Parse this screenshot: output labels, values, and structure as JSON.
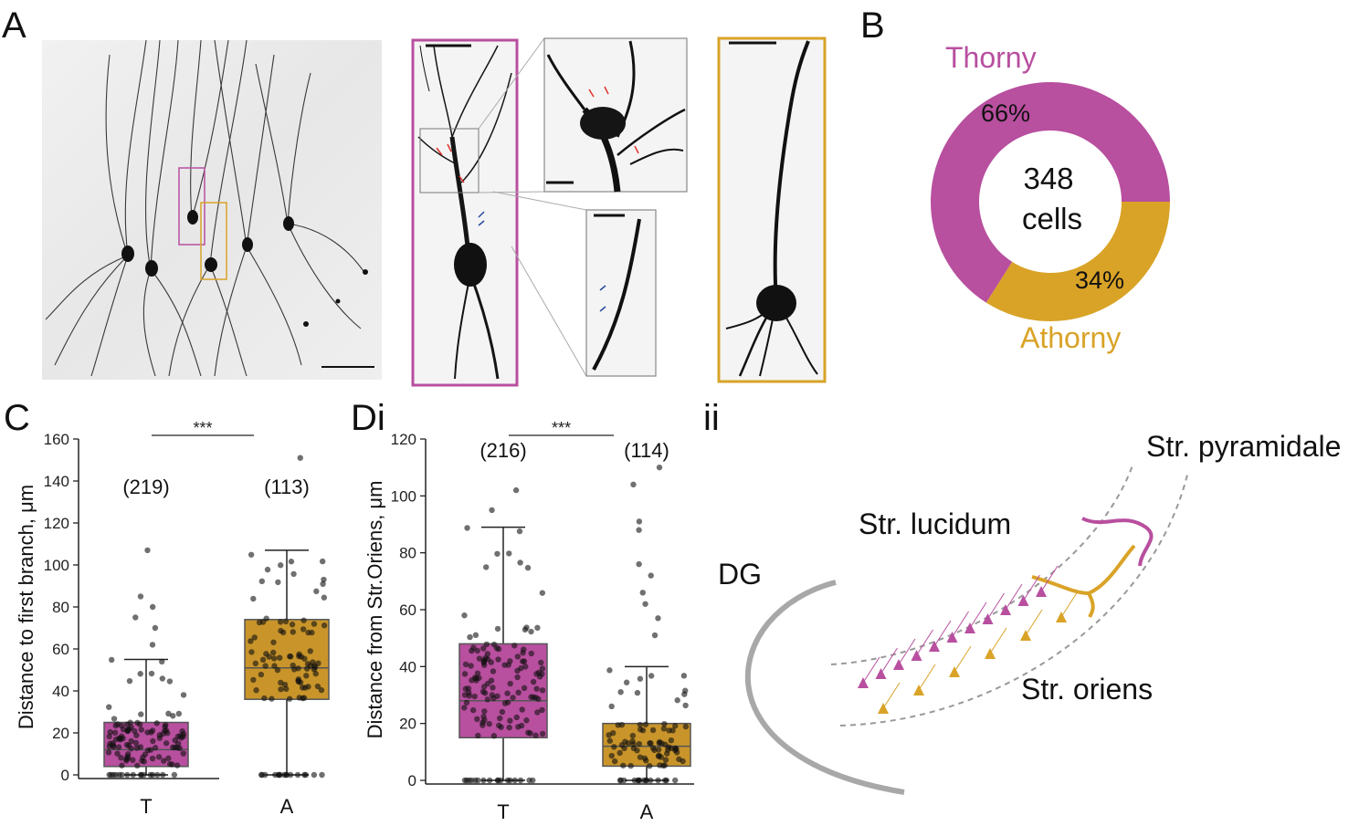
{
  "panels": {
    "A": "A",
    "B": "B",
    "C": "C",
    "Di": "Di",
    "ii": "ii"
  },
  "colors": {
    "thorny": "#b84f9f",
    "athorny": "#d9a327",
    "box_thorny": "#b84f9f",
    "box_athorny": "#c9952a"
  },
  "donut": {
    "center_line1": "348",
    "center_line2": "cells",
    "legend_top": "Thorny",
    "legend_bottom": "Athorny"
  },
  "chart_data": [
    {
      "type": "pie",
      "variant": "donut",
      "categories": [
        "Thorny",
        "Athorny"
      ],
      "values": [
        66,
        34
      ],
      "labels": [
        "66%",
        "34%"
      ],
      "total_cells": 348
    },
    {
      "type": "box",
      "panel": "C",
      "ylabel": "Distance to first branch, μm",
      "ylim": [
        0,
        160
      ],
      "yticks": [
        0,
        20,
        40,
        60,
        80,
        100,
        120,
        140,
        160
      ],
      "categories": [
        "T",
        "A"
      ],
      "n_labels": [
        "(219)",
        "(113)"
      ],
      "significance": "***",
      "boxes": [
        {
          "q1": 4,
          "median": 12,
          "q3": 25,
          "whisker_low": 0,
          "whisker_high": 55
        },
        {
          "q1": 36,
          "median": 51,
          "q3": 74,
          "whisker_low": 0,
          "whisker_high": 107
        }
      ]
    },
    {
      "type": "box",
      "panel": "Di",
      "ylabel": "Distance from Str.Oriens, μm",
      "ylim": [
        0,
        120
      ],
      "yticks": [
        0,
        20,
        40,
        60,
        80,
        100,
        120
      ],
      "categories": [
        "T",
        "A"
      ],
      "n_labels": [
        "(216)",
        "(114)"
      ],
      "significance": "***",
      "boxes": [
        {
          "q1": 15,
          "median": 28,
          "q3": 48,
          "whisker_low": 0,
          "whisker_high": 89
        },
        {
          "q1": 5,
          "median": 12,
          "q3": 20,
          "whisker_low": 0,
          "whisker_high": 40
        }
      ]
    }
  ],
  "diagram": {
    "label_pyramidale": "Str. pyramidale",
    "label_lucidum": "Str. lucidum",
    "label_dg": "DG",
    "label_oriens": "Str. oriens"
  }
}
